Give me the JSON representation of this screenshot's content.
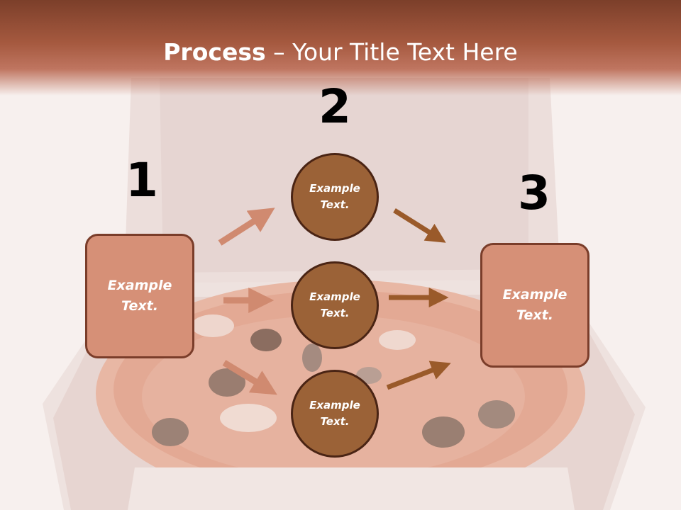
{
  "title": {
    "bold": "Process",
    "light": " – Your Title Text Here"
  },
  "numbers": [
    "1",
    "2",
    "3"
  ],
  "left_box": {
    "label": "Example\nText."
  },
  "right_box": {
    "label": "Example\nText."
  },
  "circles": [
    {
      "label": "Example\nText."
    },
    {
      "label": "Example\nText."
    },
    {
      "label": "Example\nText."
    }
  ],
  "colors": {
    "header": "#a5593f",
    "box_fill": "#d69077",
    "circle_fill": "#9b6237",
    "arrow_in": "#d08a70",
    "arrow_out": "#9a5a2a"
  }
}
